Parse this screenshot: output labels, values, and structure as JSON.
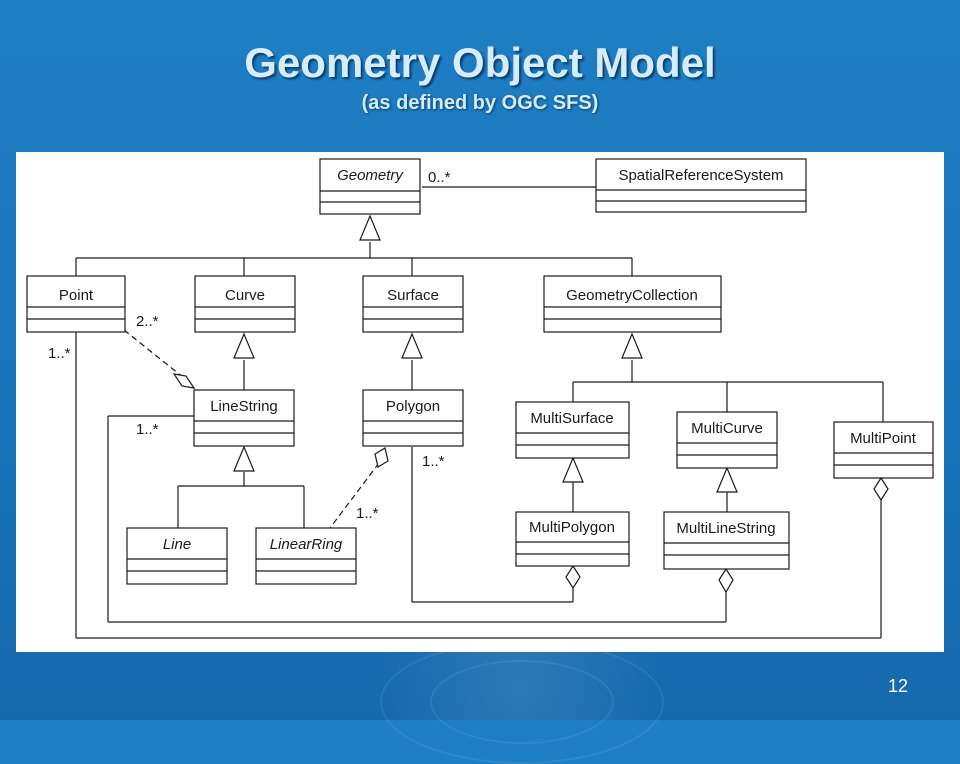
{
  "slide": {
    "title": "Geometry Object Model",
    "subtitle": "(as defined by OGC SFS)",
    "page_number": "12"
  },
  "diagram": {
    "classes": {
      "geometry": "Geometry",
      "srs": "SpatialReferenceSystem",
      "point": "Point",
      "curve": "Curve",
      "surface": "Surface",
      "geometry_collection": "GeometryCollection",
      "linestring": "LineString",
      "polygon": "Polygon",
      "multisurface": "MultiSurface",
      "multicurve": "MultiCurve",
      "multipoint": "MultiPoint",
      "line": "Line",
      "linearring": "LinearRing",
      "multipolygon": "MultiPolygon",
      "multilinestring": "MultiLineString"
    },
    "multiplicities": {
      "geometry_srs": "0..*",
      "point_linestring_left": "2..*",
      "point_linestring_right": "1..*",
      "linestring_vertices": "1..*",
      "polygon_linearring": "1..*",
      "polygon_multipolygon": "1..*"
    }
  },
  "colors": {
    "background": "#1a76bb",
    "title": "#d6ecff",
    "panel": "#ffffff",
    "lines": "#1a1a1a"
  }
}
